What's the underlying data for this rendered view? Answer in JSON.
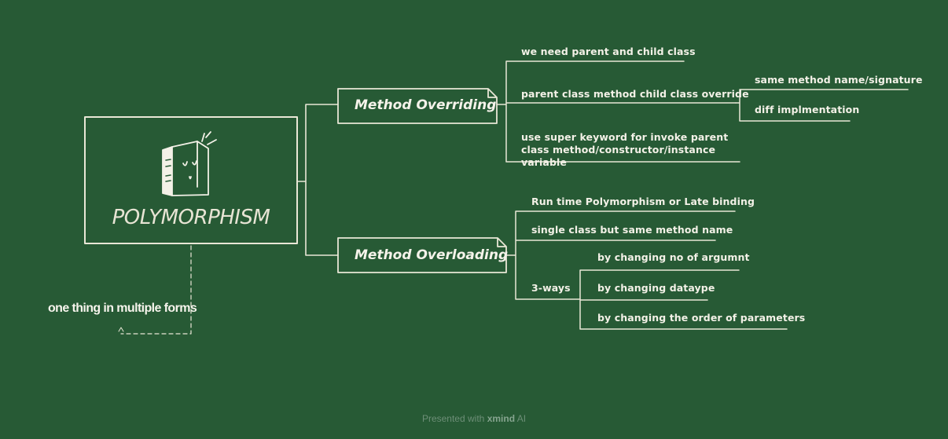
{
  "root": {
    "title": "POLYMORPHISM",
    "icon": "book-icon",
    "note": "one thing in multiple forms"
  },
  "topics": {
    "overriding": {
      "title": "Method Overriding",
      "items": [
        "we need parent and child class",
        "parent class method child class override",
        "use super keyword for invoke parent class method/constructor/instance variable"
      ],
      "override_sub": [
        "same method name/signature",
        "diff implmentation"
      ]
    },
    "overloading": {
      "title": "Method Overloading",
      "items": [
        "Run time Polymorphism or Late binding",
        "single class but same method name",
        "3-ways"
      ],
      "ways": [
        "by changing no of argumnt",
        "by changing dataype",
        "by changing the order of parameters"
      ]
    }
  },
  "footer": {
    "prefix": "Presented with",
    "brand": "xmind",
    "suffix": "AI"
  },
  "colors": {
    "background": "#275a35",
    "stroke": "#ecead9",
    "text": "#f3f1e7"
  }
}
